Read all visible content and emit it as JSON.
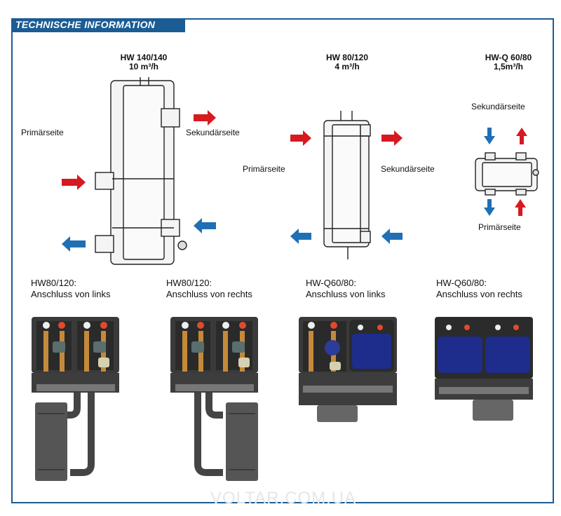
{
  "header": {
    "title": "TECHNISCHE INFORMATION"
  },
  "units": [
    {
      "model": "HW 140/140",
      "flow": "10 m³/h",
      "primary_label": "Primärseite",
      "secondary_label": "Sekundärseite"
    },
    {
      "model": "HW 80/120",
      "flow": "4 m³/h",
      "primary_label": "Primärseite",
      "secondary_label": "Sekundärseite"
    },
    {
      "model": "HW-Q 60/80",
      "flow": "1,5m³/h",
      "primary_label": "Primärseite",
      "secondary_label": "Sekundärseite"
    }
  ],
  "connections": [
    {
      "model": "HW80/120:",
      "description": "Anschluss von links"
    },
    {
      "model": "HW80/120:",
      "description": "Anschluss von rechts"
    },
    {
      "model": "HW-Q60/80:",
      "description": "Anschluss von links"
    },
    {
      "model": "HW-Q60/80:",
      "description": "Anschluss von rechts"
    }
  ],
  "watermark": "VOLTAR.COM.UA",
  "colors": {
    "accent": "#1b5c95",
    "hot_arrow": "#d71920",
    "cold_arrow": "#1f6fb5",
    "module_blue": "#1e2c8c"
  }
}
